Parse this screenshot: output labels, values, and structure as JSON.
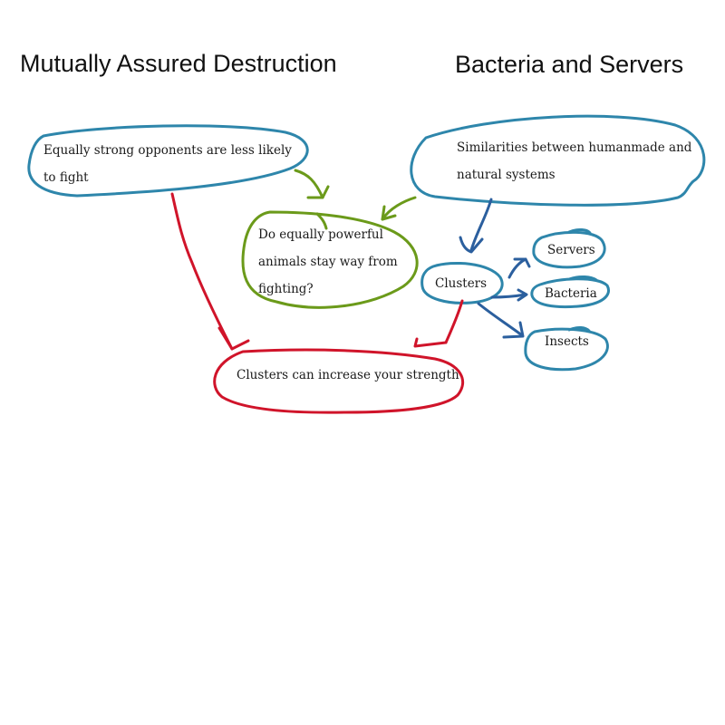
{
  "headings": {
    "left": "Mutually Assured Destruction",
    "right": "Bacteria and Servers"
  },
  "notes": {
    "equally_strong": "Equally strong opponents are less likely to fight",
    "similarities": "Similarities between humanmade and natural systems",
    "animals_question": "Do equally powerful animals stay way from fighting?",
    "clusters": "Clusters",
    "servers": "Servers",
    "bacteria": "Bacteria",
    "insects": "Insects",
    "clusters_strength": "Clusters can increase your strength"
  },
  "colors": {
    "blue_outline": "#2e86ab",
    "green_outline": "#6b9a1a",
    "red_outline": "#d0142a",
    "arrow_blue": "#2b5f9e"
  },
  "connections": [
    {
      "from": "equally_strong",
      "to": "animals_question",
      "color": "green"
    },
    {
      "from": "similarities",
      "to": "animals_question",
      "color": "green"
    },
    {
      "from": "similarities",
      "to": "clusters",
      "color": "dark-blue"
    },
    {
      "from": "clusters",
      "to": "servers",
      "color": "dark-blue"
    },
    {
      "from": "clusters",
      "to": "bacteria",
      "color": "dark-blue"
    },
    {
      "from": "clusters",
      "to": "insects",
      "color": "dark-blue"
    },
    {
      "from": "equally_strong",
      "to": "clusters_strength",
      "color": "red"
    },
    {
      "from": "clusters",
      "to": "clusters_strength",
      "color": "red"
    }
  ]
}
